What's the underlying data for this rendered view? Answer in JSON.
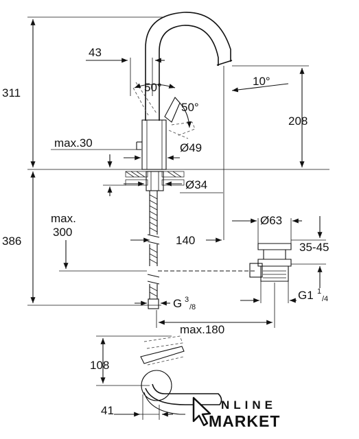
{
  "dimensions": {
    "total_top": "311",
    "total_bottom": "386",
    "spout_height": "208",
    "offset_43": "43",
    "angle_lever_1": "50°",
    "angle_lever_2": "50°",
    "angle_spout": "10°",
    "max_30": "max.30",
    "dia_49": "Ø49",
    "dia_34": "Ø34",
    "max_300_a": "max.",
    "max_300_b": "300",
    "reach_140": "140",
    "dia_63": "Ø63",
    "range_35_45": "35-45",
    "thread_g38_main": "G",
    "thread_g38_sup": "3",
    "thread_g38_sub": "/8",
    "thread_g114_main": "G1",
    "thread_g114_sup": "1",
    "thread_g114_sub": "/4",
    "max_180": "max.180",
    "top_108": "108",
    "side_41": "41"
  },
  "logo": {
    "line1": "NLINE",
    "line2": "MARKET"
  }
}
